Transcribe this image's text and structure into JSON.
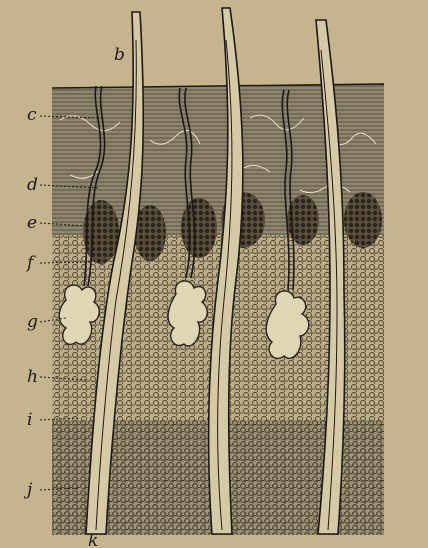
{
  "labels": {
    "b": "b",
    "c": "c",
    "d": "d",
    "e": "e",
    "f": "f",
    "g": "g",
    "h": "h",
    "i": "i",
    "j": "j",
    "k": "k"
  },
  "colors": {
    "paper": "#c4b58f",
    "ink": "#1e1812",
    "epidermis": "#8f8670",
    "dermis": "#bfb08a",
    "shaft": "#d6caa6"
  }
}
